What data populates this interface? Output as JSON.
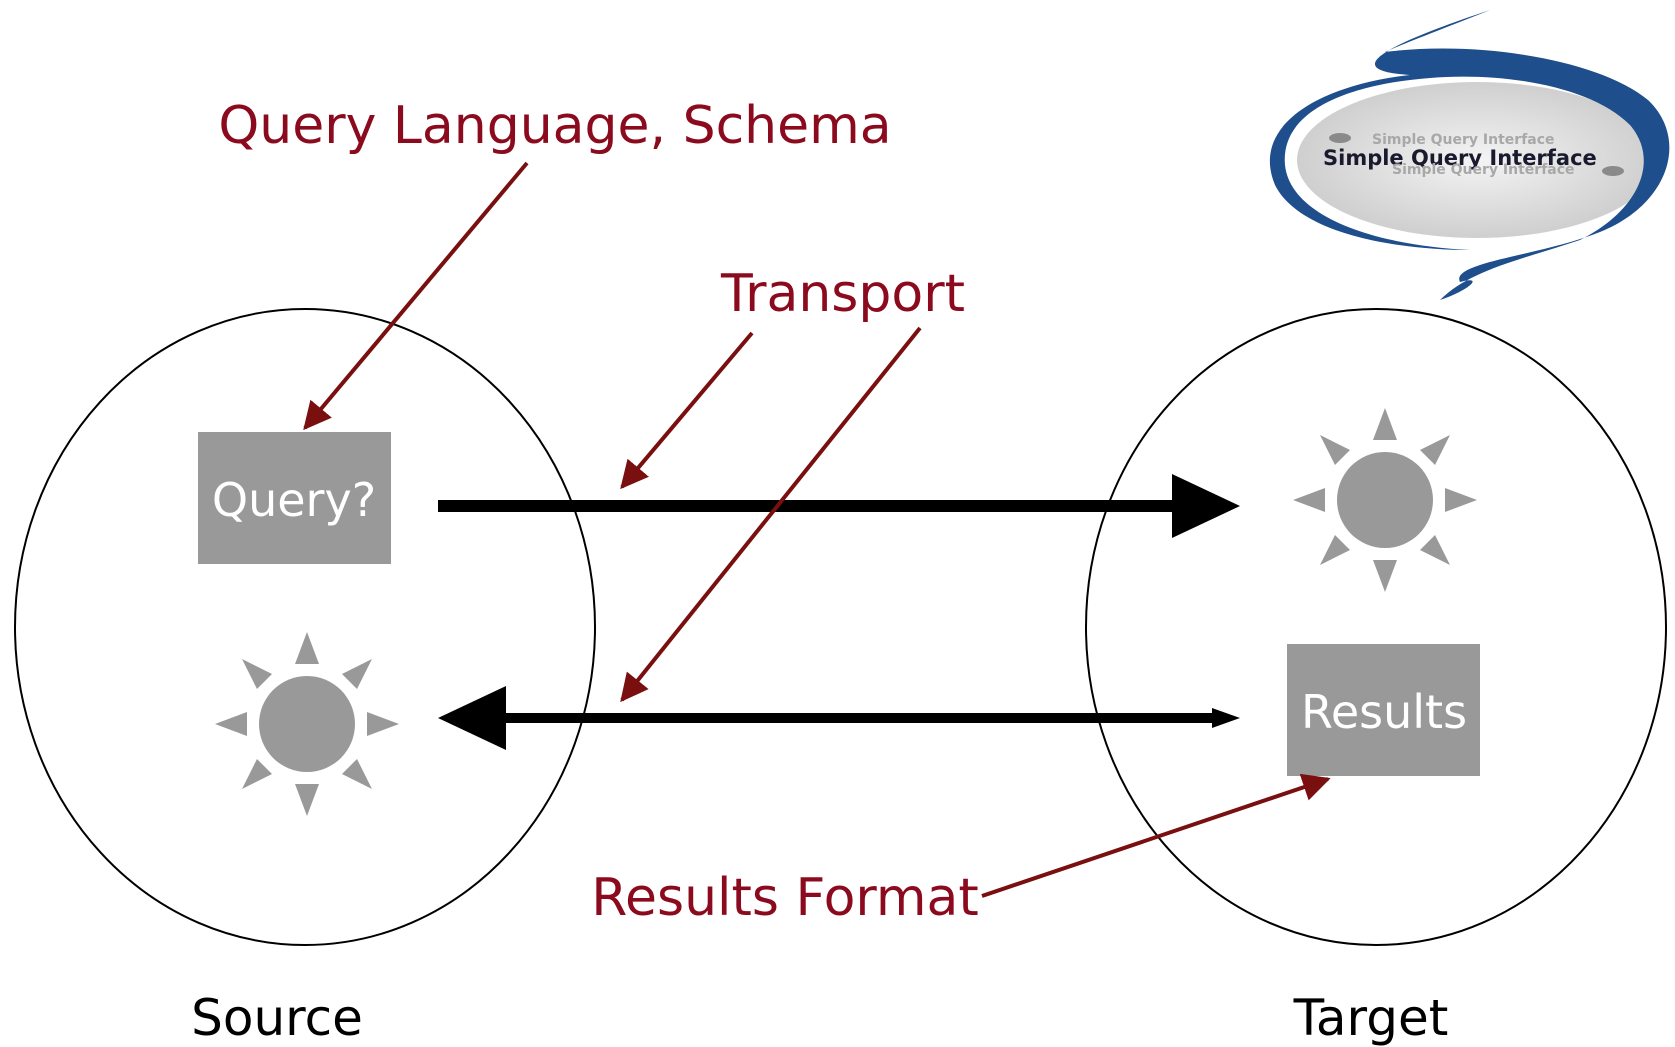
{
  "labels": {
    "query_language": "Query Language, Schema",
    "transport": "Transport",
    "results_format": "Results Format",
    "source": "Source",
    "target": "Target"
  },
  "boxes": {
    "query": "Query?",
    "results": "Results"
  },
  "logo": {
    "title": "Simple Query Interface",
    "echo_top": "Simple Query Interface",
    "echo_bottom": "Simple Query Interface"
  },
  "colors": {
    "annotation": "#8b0a1e",
    "box_fill": "#999999",
    "sun_fill": "#999999",
    "arrow": "#000000",
    "logo_swirl": "#1f4e8c"
  }
}
